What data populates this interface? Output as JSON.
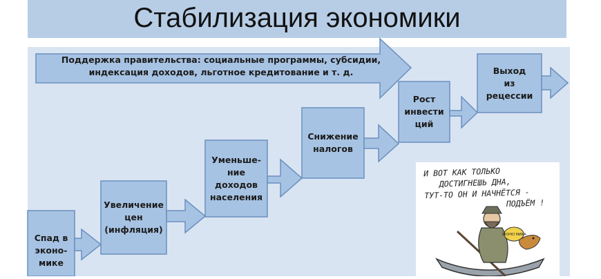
{
  "title": "Стабилизация экономики",
  "banner": {
    "line1": "Поддержка правительства: социальные программы, субсидии,",
    "line2": "индексация доходов, льготное кредитование и т. д."
  },
  "steps": [
    {
      "lines": [
        "Спад в",
        "эконо-",
        "мике"
      ]
    },
    {
      "lines": [
        "Увеличение",
        "цен",
        "(инфляция)"
      ]
    },
    {
      "lines": [
        "Уменьше-",
        "ние",
        "доходов",
        "населения"
      ]
    },
    {
      "lines": [
        "Снижение",
        "налогов"
      ]
    },
    {
      "lines": [
        "Рост",
        "инвести",
        "ций"
      ]
    },
    {
      "lines": [
        "Выход",
        "из",
        "рецессии"
      ]
    }
  ],
  "cartoon": {
    "caption_lines": [
      "И ВОТ КАК ТОЛЬКО",
      "ДОСТИГНЕШЬ ДНА,",
      "ТУТ-ТО ОН И НАЧНЁТСЯ -",
      "ПОДЪЁМ !"
    ],
    "sign_text": "ЭКОНО МИКА"
  },
  "colors": {
    "box_fill": "#a7c3e3",
    "box_stroke": "#6a8fbf",
    "panel": "#d9e4f2",
    "title_band": "#b7cde6"
  }
}
